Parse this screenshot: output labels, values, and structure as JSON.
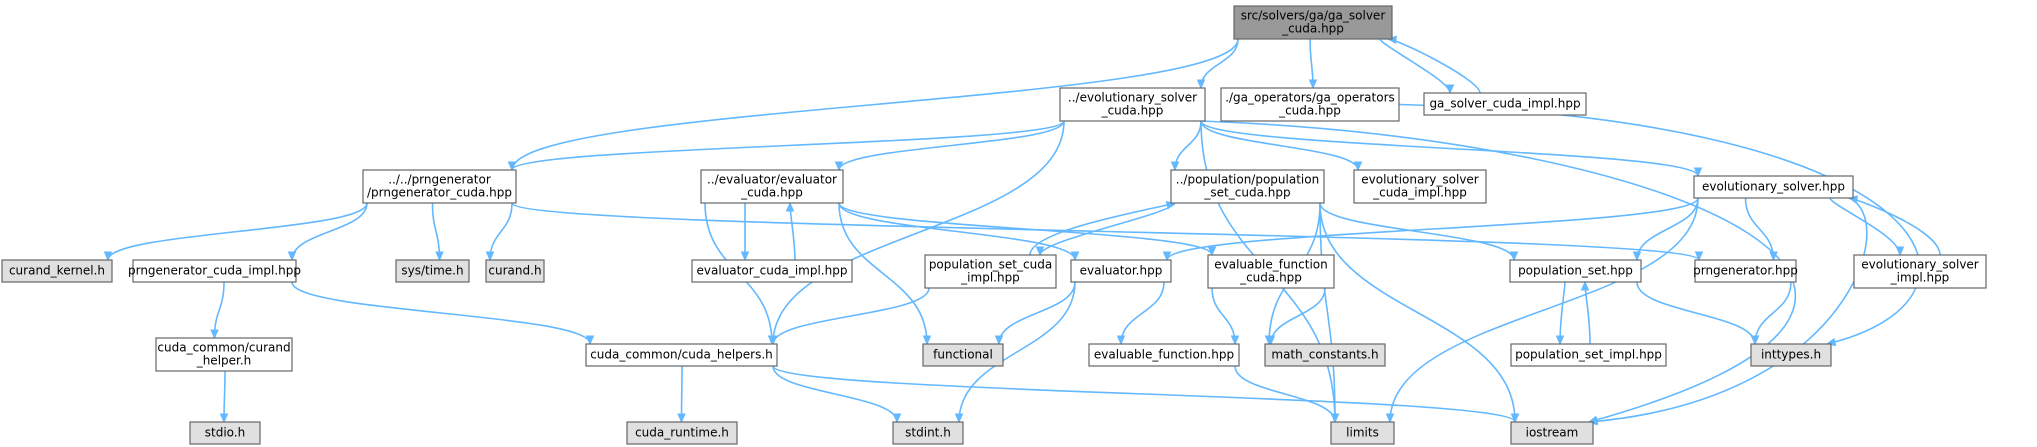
{
  "graph": {
    "colors": {
      "root_fill": "#999999",
      "project_fill": "#ffffff",
      "system_fill": "#e0e0e0",
      "border": "#666666",
      "edge": "#63b8ff"
    },
    "nodes": [
      {
        "id": "root",
        "kind": "root",
        "lines": [
          "src/solvers/ga/ga_solver",
          "_cuda.hpp"
        ]
      },
      {
        "id": "evo_cuda",
        "kind": "project",
        "lines": [
          "../evolutionary_solver",
          "_cuda.hpp"
        ]
      },
      {
        "id": "gaops",
        "kind": "project",
        "lines": [
          "./ga_operators/ga_operators",
          "_cuda.hpp"
        ]
      },
      {
        "id": "ga_impl",
        "kind": "project",
        "lines": [
          "ga_solver_cuda_impl.hpp"
        ]
      },
      {
        "id": "prng_cuda",
        "kind": "project",
        "lines": [
          "../../prngenerator",
          "/prngenerator_cuda.hpp"
        ]
      },
      {
        "id": "eval_cuda",
        "kind": "project",
        "lines": [
          "../evaluator/evaluator",
          "_cuda.hpp"
        ]
      },
      {
        "id": "pop_cuda",
        "kind": "project",
        "lines": [
          "../population/population",
          "_set_cuda.hpp"
        ]
      },
      {
        "id": "evo_cuda_impl",
        "kind": "project",
        "lines": [
          "evolutionary_solver",
          "_cuda_impl.hpp"
        ]
      },
      {
        "id": "evo",
        "kind": "project",
        "lines": [
          "evolutionary_solver.hpp"
        ]
      },
      {
        "id": "curand_kernel",
        "kind": "system",
        "lines": [
          "curand_kernel.h"
        ]
      },
      {
        "id": "prng_cuda_impl",
        "kind": "project",
        "lines": [
          "prngenerator_cuda_impl.hpp"
        ]
      },
      {
        "id": "systime",
        "kind": "system",
        "lines": [
          "sys/time.h"
        ]
      },
      {
        "id": "curand",
        "kind": "system",
        "lines": [
          "curand.h"
        ]
      },
      {
        "id": "eval_cuda_impl",
        "kind": "project",
        "lines": [
          "evaluator_cuda_impl.hpp"
        ]
      },
      {
        "id": "pop_cuda_impl",
        "kind": "project",
        "lines": [
          "population_set_cuda",
          "_impl.hpp"
        ]
      },
      {
        "id": "evaluator",
        "kind": "project",
        "lines": [
          "evaluator.hpp"
        ]
      },
      {
        "id": "evalfn_cuda",
        "kind": "project",
        "lines": [
          "evaluable_function",
          "_cuda.hpp"
        ]
      },
      {
        "id": "popset",
        "kind": "project",
        "lines": [
          "population_set.hpp"
        ]
      },
      {
        "id": "prng",
        "kind": "project",
        "lines": [
          "prngenerator.hpp"
        ]
      },
      {
        "id": "evo_impl",
        "kind": "project",
        "lines": [
          "evolutionary_solver",
          "_impl.hpp"
        ]
      },
      {
        "id": "curand_helper",
        "kind": "project",
        "lines": [
          "cuda_common/curand",
          "_helper.h"
        ]
      },
      {
        "id": "cuda_helpers",
        "kind": "project",
        "lines": [
          "cuda_common/cuda_helpers.h"
        ]
      },
      {
        "id": "functional",
        "kind": "system",
        "lines": [
          "functional"
        ]
      },
      {
        "id": "evalfn",
        "kind": "project",
        "lines": [
          "evaluable_function.hpp"
        ]
      },
      {
        "id": "mathconst",
        "kind": "system",
        "lines": [
          "math_constants.h"
        ]
      },
      {
        "id": "popset_impl",
        "kind": "project",
        "lines": [
          "population_set_impl.hpp"
        ]
      },
      {
        "id": "inttypes",
        "kind": "system",
        "lines": [
          "inttypes.h"
        ]
      },
      {
        "id": "stdio",
        "kind": "system",
        "lines": [
          "stdio.h"
        ]
      },
      {
        "id": "cuda_runtime",
        "kind": "system",
        "lines": [
          "cuda_runtime.h"
        ]
      },
      {
        "id": "stdint",
        "kind": "system",
        "lines": [
          "stdint.h"
        ]
      },
      {
        "id": "limits",
        "kind": "system",
        "lines": [
          "limits"
        ]
      },
      {
        "id": "iostream",
        "kind": "system",
        "lines": [
          "iostream"
        ]
      }
    ],
    "edges": [
      [
        "root",
        "evo_cuda"
      ],
      [
        "root",
        "gaops"
      ],
      [
        "root",
        "ga_impl"
      ],
      [
        "root",
        "prng_cuda"
      ],
      [
        "ga_impl",
        "root"
      ],
      [
        "evo_cuda",
        "prng_cuda"
      ],
      [
        "evo_cuda",
        "eval_cuda"
      ],
      [
        "evo_cuda",
        "pop_cuda"
      ],
      [
        "evo_cuda",
        "evo_cuda_impl"
      ],
      [
        "evo_cuda",
        "evo"
      ],
      [
        "evo_cuda",
        "cuda_helpers"
      ],
      [
        "evo_cuda",
        "limits"
      ],
      [
        "evo_cuda",
        "iostream"
      ],
      [
        "gaops",
        "inttypes"
      ],
      [
        "prng_cuda",
        "curand_kernel"
      ],
      [
        "prng_cuda",
        "prng_cuda_impl"
      ],
      [
        "prng_cuda",
        "systime"
      ],
      [
        "prng_cuda",
        "curand"
      ],
      [
        "prng_cuda",
        "prng"
      ],
      [
        "prng_cuda_impl",
        "curand_helper"
      ],
      [
        "prng_cuda_impl",
        "cuda_helpers"
      ],
      [
        "curand_helper",
        "stdio"
      ],
      [
        "eval_cuda",
        "eval_cuda_impl"
      ],
      [
        "eval_cuda",
        "evaluator"
      ],
      [
        "eval_cuda",
        "evalfn_cuda"
      ],
      [
        "eval_cuda",
        "cuda_helpers"
      ],
      [
        "eval_cuda",
        "functional"
      ],
      [
        "eval_cuda_impl",
        "eval_cuda"
      ],
      [
        "pop_cuda",
        "pop_cuda_impl"
      ],
      [
        "pop_cuda",
        "popset"
      ],
      [
        "pop_cuda",
        "mathconst"
      ],
      [
        "pop_cuda",
        "limits"
      ],
      [
        "pop_cuda",
        "iostream"
      ],
      [
        "pop_cuda_impl",
        "pop_cuda"
      ],
      [
        "pop_cuda_impl",
        "cuda_helpers"
      ],
      [
        "evo",
        "evaluator"
      ],
      [
        "evo",
        "popset"
      ],
      [
        "evo",
        "prng"
      ],
      [
        "evo",
        "evo_impl"
      ],
      [
        "evo",
        "limits"
      ],
      [
        "evo",
        "iostream"
      ],
      [
        "evo_impl",
        "evo"
      ],
      [
        "evaluator",
        "functional"
      ],
      [
        "evaluator",
        "evalfn"
      ],
      [
        "evaluator",
        "stdint"
      ],
      [
        "evalfn_cuda",
        "evalfn"
      ],
      [
        "evalfn_cuda",
        "mathconst"
      ],
      [
        "evalfn",
        "limits"
      ],
      [
        "popset",
        "popset_impl"
      ],
      [
        "popset",
        "inttypes"
      ],
      [
        "popset_impl",
        "popset"
      ],
      [
        "prng",
        "inttypes"
      ],
      [
        "cuda_helpers",
        "cuda_runtime"
      ],
      [
        "cuda_helpers",
        "stdint"
      ],
      [
        "cuda_helpers",
        "iostream"
      ]
    ]
  }
}
